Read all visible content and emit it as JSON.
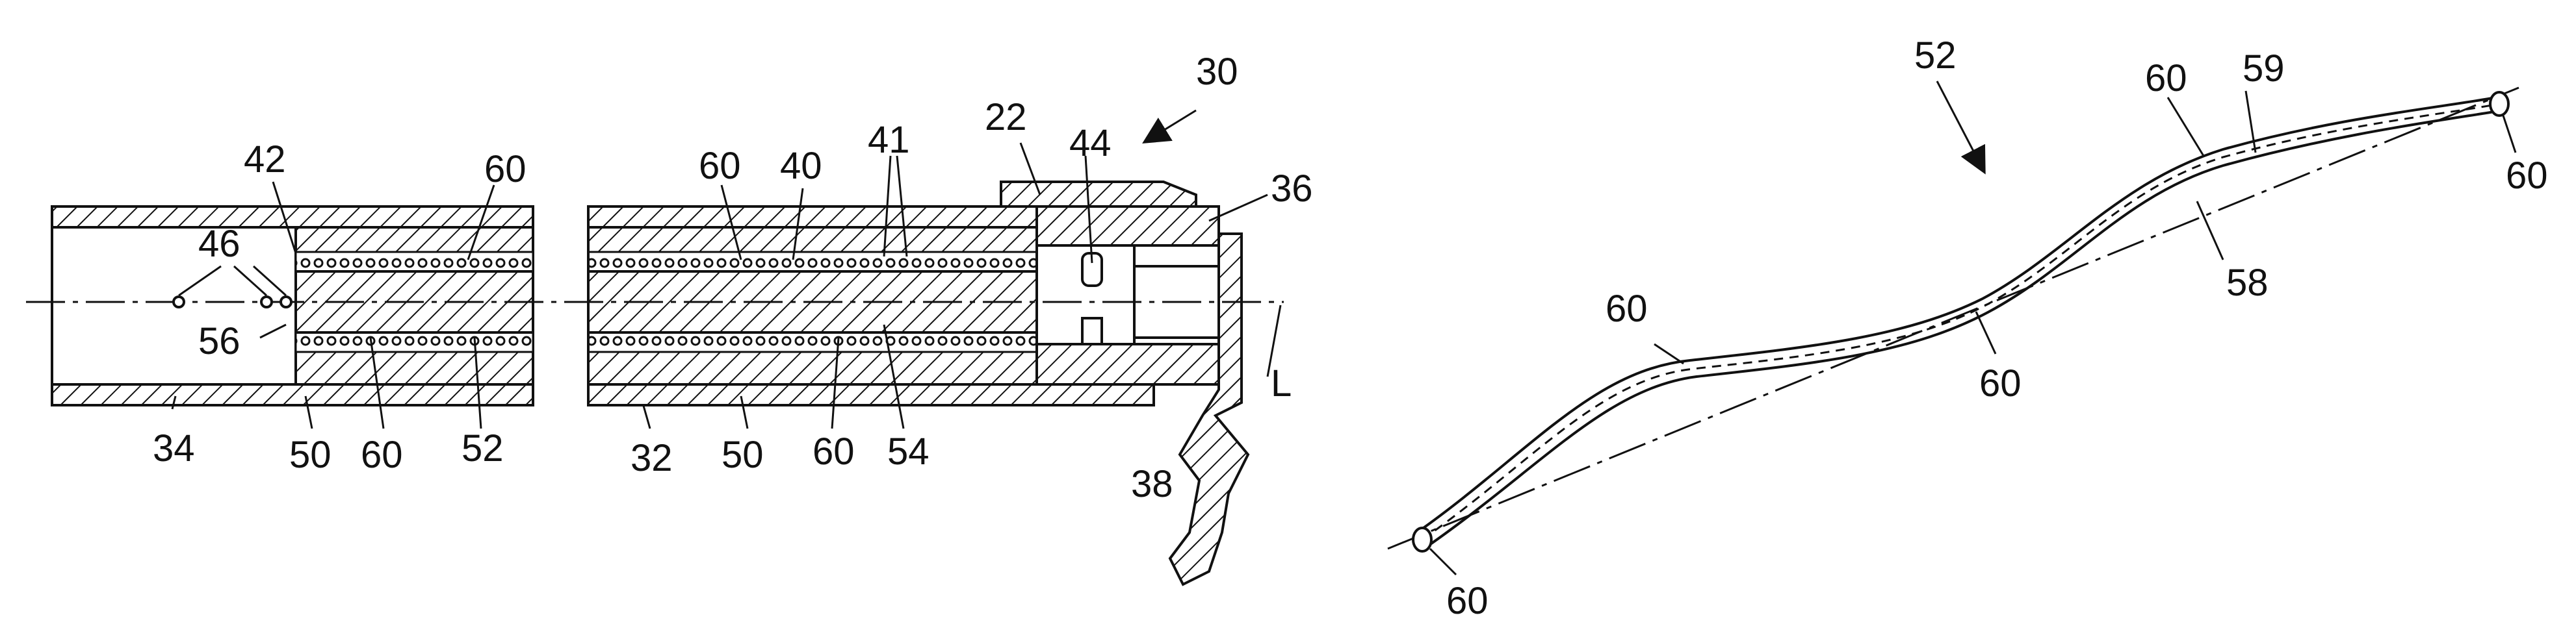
{
  "figure_left": {
    "labels": {
      "l30": "30",
      "l22": "22",
      "l44": "44",
      "l41": "41",
      "l36": "36",
      "l42": "42",
      "l60a": "60",
      "l60b": "60",
      "l40": "40",
      "l46": "46",
      "l56": "56",
      "l34": "34",
      "l50a": "50",
      "l60c": "60",
      "l52": "52",
      "l32": "32",
      "l50b": "50",
      "l60d": "60",
      "l54": "54",
      "lL": "L",
      "l38": "38"
    }
  },
  "figure_right": {
    "labels": {
      "l52": "52",
      "l60a": "60",
      "l59": "59",
      "l60b": "60",
      "l58": "58",
      "l60c": "60",
      "l60d": "60",
      "l60e": "60"
    }
  }
}
